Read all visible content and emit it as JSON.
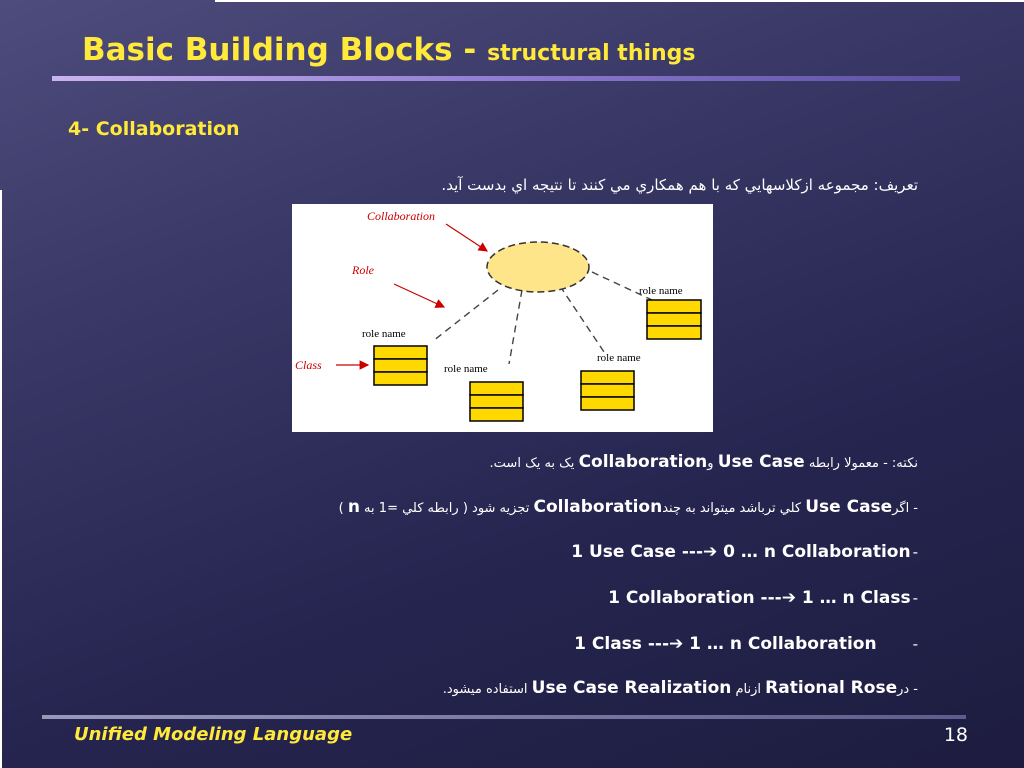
{
  "title": {
    "main": "Basic Building Blocks - ",
    "sub": "structural things"
  },
  "section_title": "4- Collaboration",
  "definition": "تعريف:  مجموعه ازکلاسهايي که با هم همکاري مي کنند تا نتيجه اي بدست آيد.",
  "diagram": {
    "label_collaboration": "Collaboration",
    "label_role": "Role",
    "label_class": "Class",
    "role_names": [
      "role name",
      "role name",
      "role name",
      "role name"
    ],
    "colors": {
      "annotation": "#cc0000",
      "ellipse_fill": "#ffe58a",
      "class_fill": "#ffd800"
    }
  },
  "bullets": {
    "b1": {
      "prefix": "نکته: - معمولا رابطه ",
      "term1": "Use Case",
      "joiner": " و",
      "term2": "Collaboration",
      "suffix": " يک به يک است."
    },
    "b2": {
      "prefix": "- اگر",
      "term1": "Use Case",
      "mid": " کلي ترباشد ميتواند به چند",
      "term2": "Collaboration",
      "suffix": " تجزيه شود ( رابطه کلي =1  به ",
      "term3": "n",
      "close": " )"
    },
    "b3": {
      "dash": "-",
      "text": "1 Use Case ---➔ 0 … n Collaboration"
    },
    "b4": {
      "dash": "-",
      "text": "1 Collaboration ---➔ 1 … n Class"
    },
    "b5": {
      "dash": "-",
      "text": "1 Class ---➔ 1 … n Collaboration"
    },
    "b6": {
      "prefix": "-  در",
      "term1": "Rational Rose",
      "mid": " ازنام ",
      "term2": "Use Case Realization",
      "suffix": " استفاده ميشود."
    }
  },
  "footer": {
    "text": "Unified Modeling Language",
    "page_number": "18"
  },
  "colors": {
    "title": "#ffe93a",
    "body_text": "#ffffff",
    "background": "#2e2d5a"
  }
}
